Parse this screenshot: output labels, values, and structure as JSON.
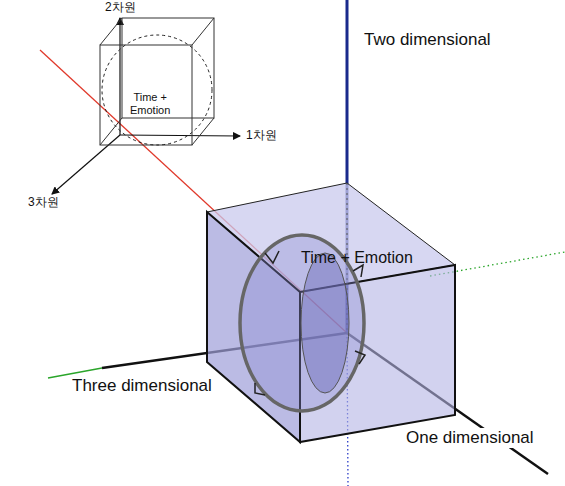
{
  "diagram": {
    "nodes": [
      {
        "text": [
          "Time + Emotion"
        ]
      },
      {
        "text": [
          "Time + Emotion"
        ]
      }
    ],
    "edges": [],
    "labels": [
      "2차원",
      "1차원",
      "3차원",
      "Two dimensional",
      "Three dimensional",
      "One dimensional"
    ]
  }
}
